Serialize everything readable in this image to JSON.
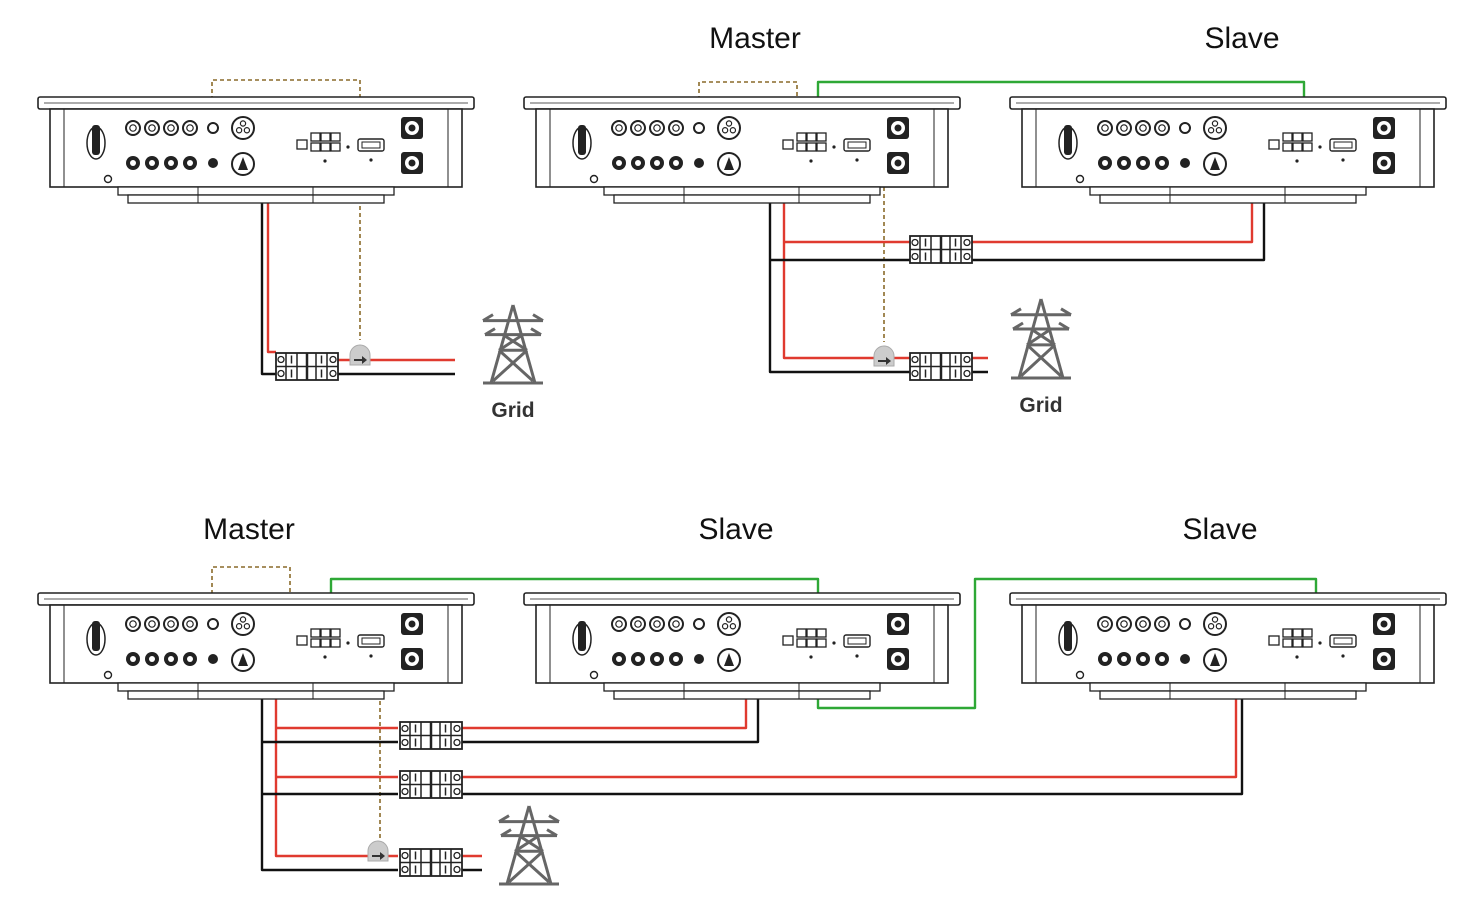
{
  "diagram": {
    "labels": {
      "master": "Master",
      "slave": "Slave",
      "grid": "Grid"
    },
    "colors": {
      "live_wire": "#e03a2f",
      "neutral_wire": "#111111",
      "comm_cable": "#2ea836",
      "ct_cable": "#8a6a2a",
      "device_outline": "#222222"
    },
    "icons": [
      "inverter-icon",
      "breaker-icon",
      "ct-sensor-icon",
      "grid-tower-icon"
    ]
  }
}
